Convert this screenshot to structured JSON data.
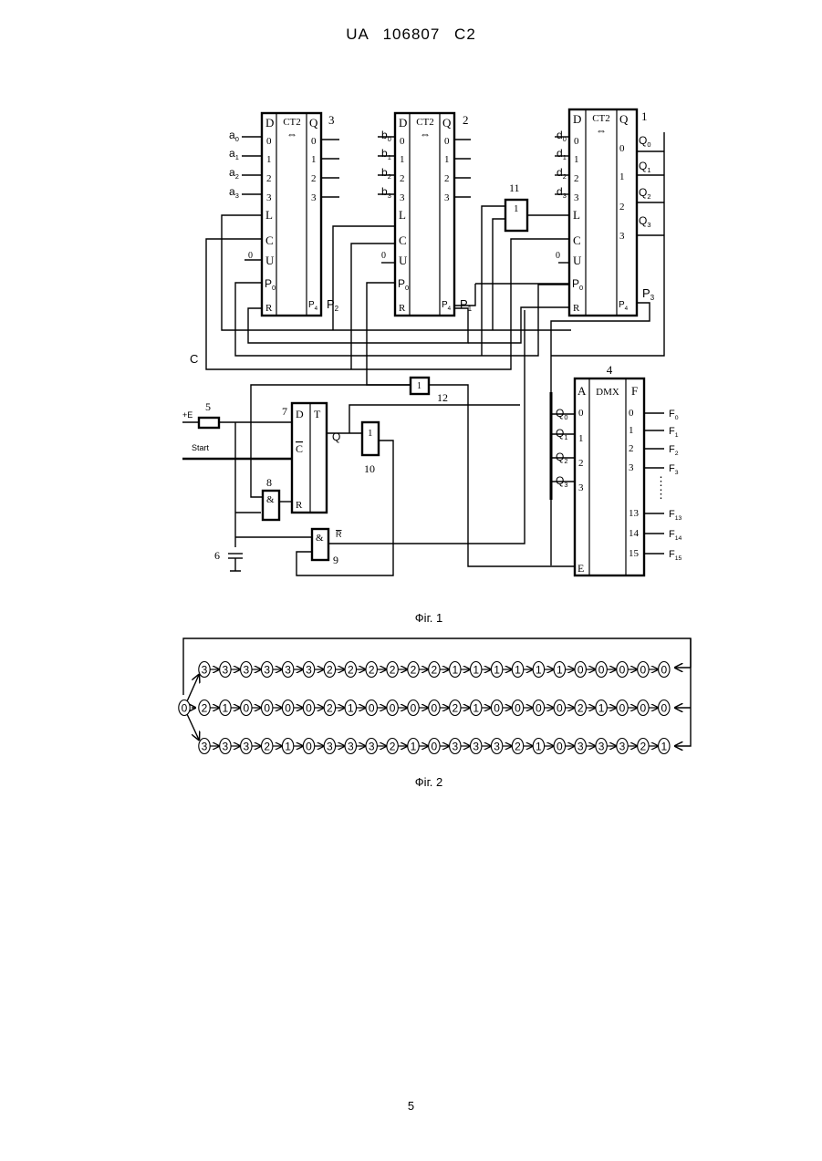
{
  "header": "UA   106807   C2",
  "page_number": "5",
  "fig1": {
    "caption": "Фіг. 1",
    "counter_type": "CT2",
    "counter_arrow": "⇔",
    "demux_type": "DMX",
    "pins": {
      "D": "D",
      "Q": "Q",
      "L": "L",
      "C": "C",
      "U": "U",
      "P0": "P",
      "R": "R",
      "P4": "P",
      "sub0": "0",
      "sub4": "4",
      "zero": "0",
      "A": "A",
      "F": "F",
      "E": "E",
      "T": "T",
      "amp": "&",
      "one": "1",
      "Rbar": "R"
    },
    "bit_labels": [
      "0",
      "1",
      "2",
      "3"
    ],
    "counters": [
      {
        "number": "3",
        "inputs": [
          "a",
          "a",
          "a",
          "a"
        ],
        "carry": "P",
        "carry_sub": "2"
      },
      {
        "number": "2",
        "inputs": [
          "b",
          "b",
          "b",
          "b"
        ],
        "carry": "P",
        "carry_sub": "1"
      },
      {
        "number": "1",
        "inputs": [
          "d",
          "d",
          "d",
          "d"
        ],
        "carry": "P",
        "carry_sub": "3",
        "outputs": [
          "Q",
          "Q",
          "Q",
          "Q"
        ]
      }
    ],
    "demux": {
      "number": "4",
      "inputs": [
        "Q",
        "Q",
        "Q",
        "Q"
      ],
      "address": [
        "0",
        "1",
        "2",
        "3"
      ],
      "outputs": [
        "0",
        "1",
        "2",
        "3",
        "13",
        "14",
        "15"
      ],
      "out_labels": [
        "F",
        "F",
        "F",
        "F",
        "F",
        "F",
        "F"
      ],
      "out_subs": [
        "0",
        "1",
        "2",
        "3",
        "13",
        "14",
        "15"
      ],
      "ellipsis": "⋮"
    },
    "labels": {
      "C": "C",
      "plusE": "+E",
      "start": "Start",
      "Q": "Q",
      "resistor": "5",
      "trigger": "7",
      "and8": "8",
      "cap": "6",
      "and9": "9",
      "or10": "10",
      "or11": "11",
      "or12": "12"
    }
  },
  "fig2": {
    "caption": "Фіг. 2",
    "start": "0",
    "rows": [
      [
        "3",
        "3",
        "3",
        "3",
        "3",
        "3",
        "2",
        "2",
        "2",
        "2",
        "2",
        "2",
        "1",
        "1",
        "1",
        "1",
        "1",
        "1",
        "0",
        "0",
        "0",
        "0",
        "0"
      ],
      [
        "2",
        "1",
        "0",
        "0",
        "0",
        "0",
        "2",
        "1",
        "0",
        "0",
        "0",
        "0",
        "2",
        "1",
        "0",
        "0",
        "0",
        "0",
        "2",
        "1",
        "0",
        "0",
        "0"
      ],
      [
        "3",
        "3",
        "3",
        "2",
        "1",
        "0",
        "3",
        "3",
        "3",
        "2",
        "1",
        "0",
        "3",
        "3",
        "3",
        "2",
        "1",
        "0",
        "3",
        "3",
        "3",
        "2",
        "1"
      ]
    ]
  }
}
